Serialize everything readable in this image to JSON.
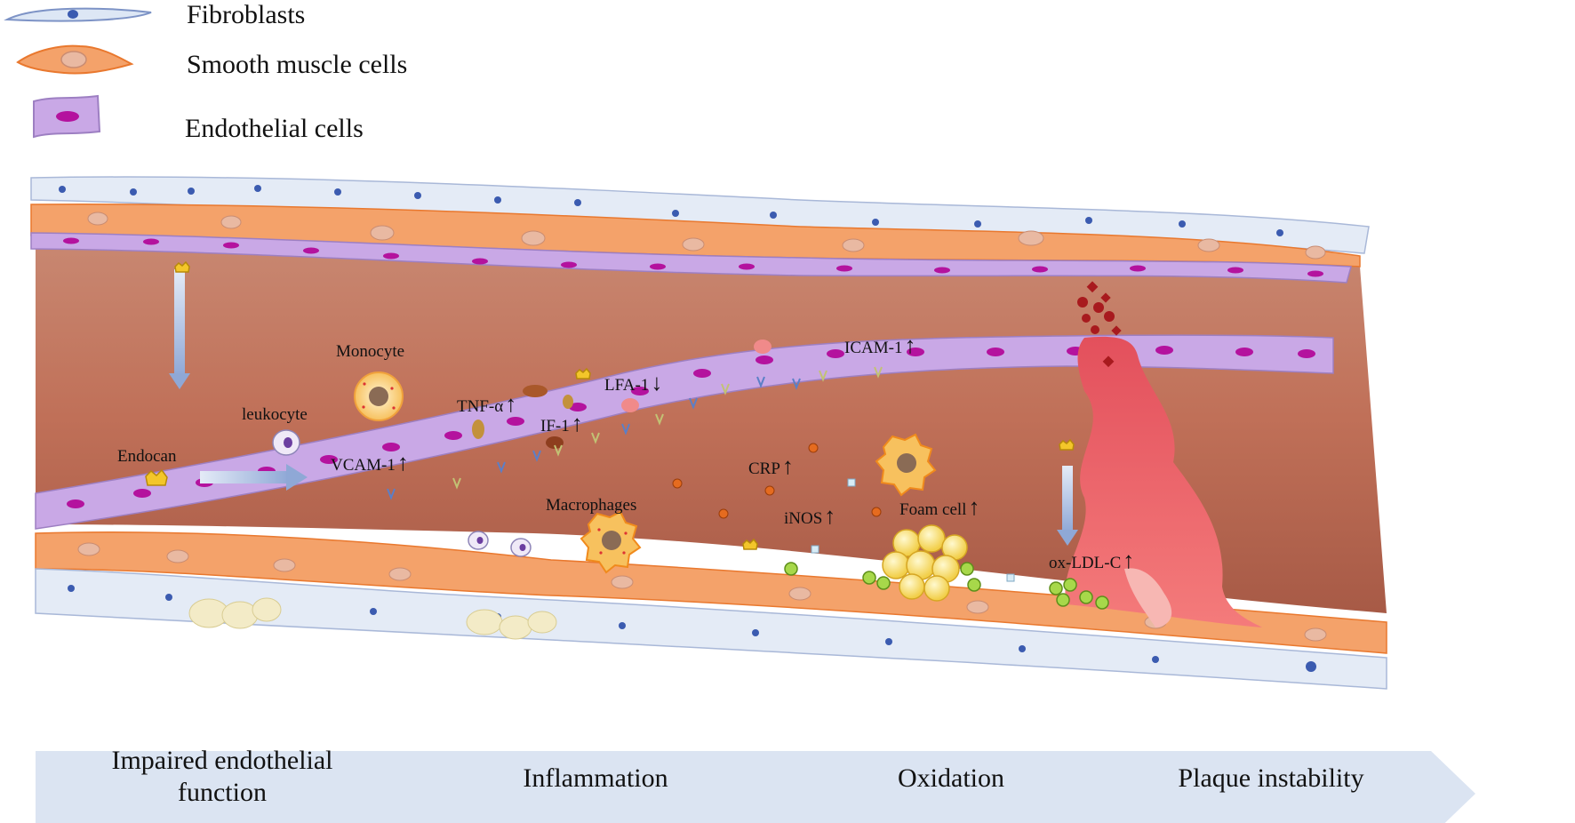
{
  "legend": {
    "items": [
      {
        "label": "Fibroblasts"
      },
      {
        "label": "Smooth muscle cells"
      },
      {
        "label": "Endothelial cells"
      }
    ]
  },
  "labels": {
    "monocyte": "Monocyte",
    "leukocyte": "leukocyte",
    "endocan": "Endocan",
    "vcam": "VCAM-1",
    "tnf": "TNF-α",
    "if1": "IF-1",
    "lfa": "LFA-1",
    "icam": "ICAM-1",
    "crp": "CRP",
    "inos": "iNOS",
    "macrophages": "Macrophages",
    "foam": "Foam cell",
    "oxldl": "ox-LDL-C",
    "up": "↑",
    "down": "↓"
  },
  "stages": [
    {
      "label": "Impaired endothelial function"
    },
    {
      "label": "Inflammation"
    },
    {
      "label": "Oxidation"
    },
    {
      "label": "Plaque instability"
    }
  ],
  "colors": {
    "lumen": "#c47a64",
    "smooth_muscle": "#f4a26a",
    "endothelial": "#c9a8e6",
    "nucleus": "#b4129e",
    "fibroblast": "#dde7f5",
    "plaque": "#f06a6e",
    "stage_bar": "#dbe4f2"
  }
}
